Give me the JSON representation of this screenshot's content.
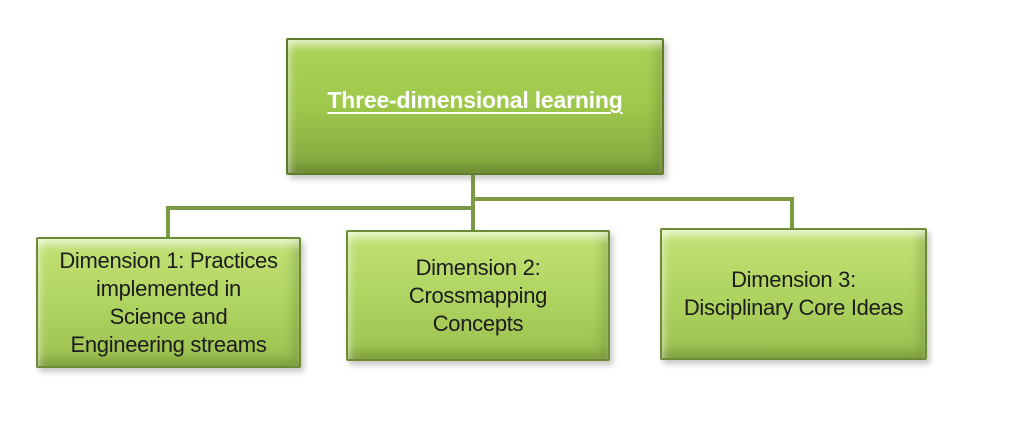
{
  "diagram": {
    "type": "hierarchy",
    "root": {
      "id": "three-dimensional-learning",
      "label": "Three-dimensional learning"
    },
    "nodes": [
      {
        "id": "dimension-1",
        "label": "Dimension 1: Practices implemented in Science and Engineering streams",
        "lines": [
          "Dimension 1: Practices",
          "implemented in",
          "Science and",
          "Engineering streams"
        ]
      },
      {
        "id": "dimension-2",
        "label": "Dimension 2: Crossmapping Concepts",
        "lines": [
          "Dimension 2:",
          "Crossmapping",
          "Concepts"
        ]
      },
      {
        "id": "dimension-3",
        "label": "Dimension 3: Disciplinary Core Ideas",
        "lines": [
          "Dimension 3:",
          "Disciplinary Core Ideas"
        ]
      }
    ],
    "edges": [
      {
        "from": "three-dimensional-learning",
        "to": "dimension-1"
      },
      {
        "from": "three-dimensional-learning",
        "to": "dimension-2"
      },
      {
        "from": "three-dimensional-learning",
        "to": "dimension-3"
      }
    ]
  },
  "colors": {
    "background": "#ffffff",
    "connector": "#7c9a43",
    "root_border": "#5f7c2d",
    "root_fill_top": "#abd358",
    "root_fill_bottom": "#83a540",
    "root_text": "#ffffff",
    "child_border": "#6d8a36",
    "child_fill_top": "#c3e276",
    "child_fill_bottom": "#9bc04f",
    "child_text": "#1c1c1c"
  }
}
